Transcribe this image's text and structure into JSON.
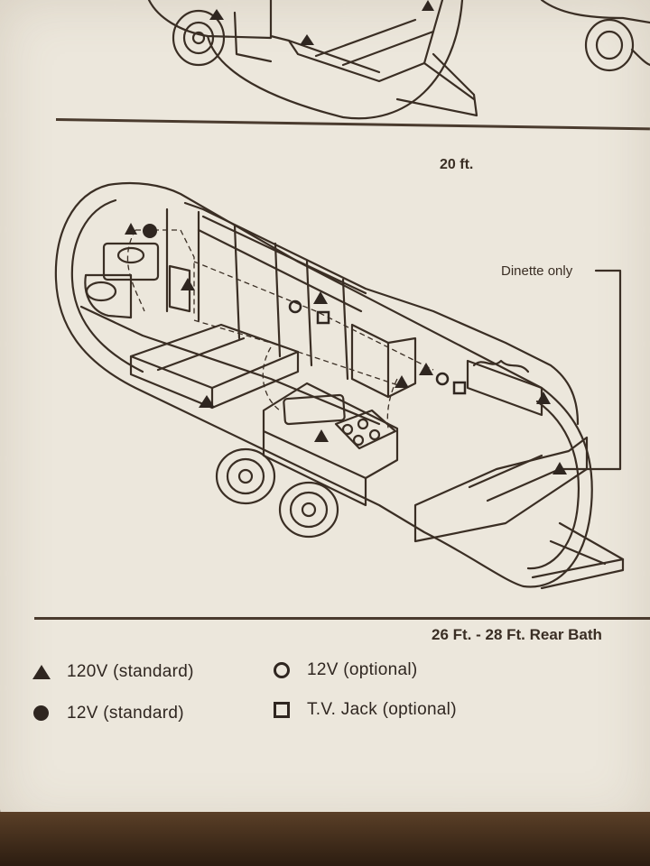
{
  "captions": {
    "top_model": "20 ft.",
    "main_model": "26 Ft. - 28 Ft. Rear Bath"
  },
  "callouts": {
    "dinette": "Dinette only"
  },
  "legend": [
    {
      "symbol": "triangle-filled",
      "label": "120V (standard)"
    },
    {
      "symbol": "circle-filled",
      "label": "12V (standard)"
    },
    {
      "symbol": "circle-open",
      "label": "12V (optional)"
    },
    {
      "symbol": "square-open",
      "label": "T.V. Jack (optional)"
    }
  ],
  "colors": {
    "ink": "#2f2620",
    "paper": "#ece7dc"
  }
}
